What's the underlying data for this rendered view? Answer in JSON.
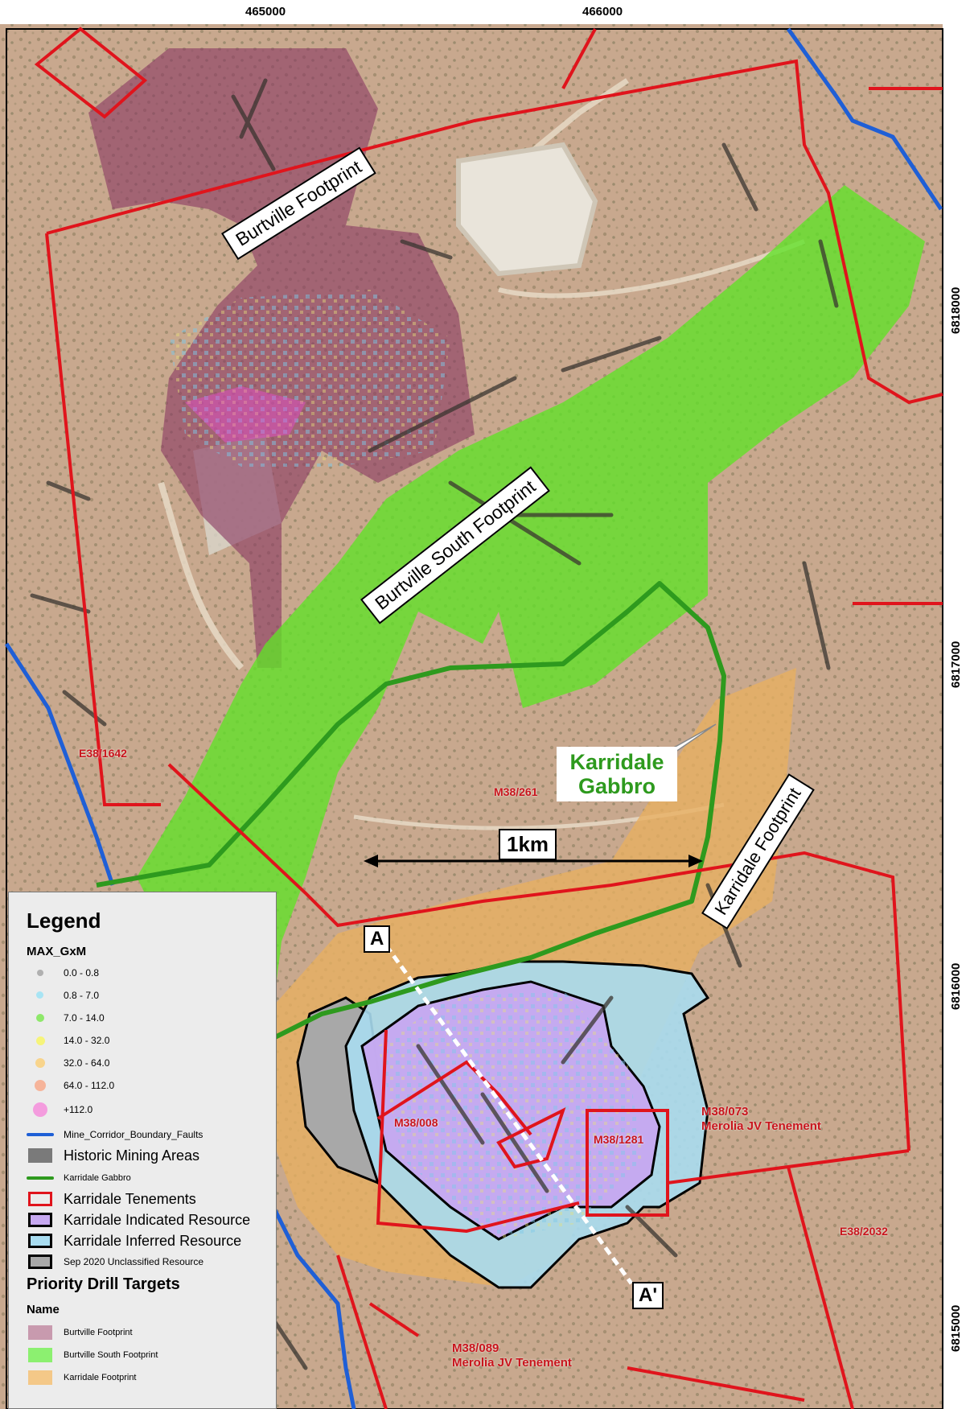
{
  "map": {
    "x_coords": [
      "465000",
      "466000"
    ],
    "y_coords": [
      "6818000",
      "6817000",
      "6816000",
      "6815000"
    ],
    "targets": {
      "burtville": "Burtville Footprint",
      "burtville_south": "Burtville South Footprint",
      "karridale": "Karridale Footprint"
    },
    "gabbro_label_line1": "Karridale",
    "gabbro_label_line2": "Gabbro",
    "scale_label": "1km",
    "section_start": "A",
    "section_end": "A'",
    "tenements": {
      "e38_1642": "E38/1642",
      "m38_261": "M38/261",
      "m38_073_line1": "M38/073",
      "m38_073_line2": "Merolia JV Tenement",
      "m38_008": "M38/008",
      "m38_1281": "M38/1281",
      "e38_2032": "E38/2032",
      "m38_089_line1": "M38/089",
      "m38_089_line2": "Merolia JV Tenement"
    },
    "colors": {
      "tenement": "#e0141c",
      "fault": "#1f5fd6",
      "gabbro": "#2e9a1e",
      "burtville_fill": "#8b3a62",
      "burtville_south_fill": "#66e62a",
      "karridale_fill": "#e8b060",
      "indicated_fill": "#c6a8f0",
      "inferred_fill": "#a8dcf0",
      "unclassified_fill": "#a8a8a8"
    }
  },
  "legend": {
    "title": "Legend",
    "gxm_header": "MAX_GxM",
    "gxm_classes": [
      {
        "label": "0.0 - 0.8",
        "color": "#b0b0b0"
      },
      {
        "label": "0.8 - 7.0",
        "color": "#a8e4f4"
      },
      {
        "label": "7.0 - 14.0",
        "color": "#8ee86a"
      },
      {
        "label": "14.0 - 32.0",
        "color": "#f6f47a"
      },
      {
        "label": "32.0 - 64.0",
        "color": "#f8d48c"
      },
      {
        "label": "64.0 - 112.0",
        "color": "#f6b49a"
      },
      {
        "label": "+112.0",
        "color": "#f49cde"
      }
    ],
    "faults": "Mine_Corridor_Boundary_Faults",
    "historic": "Historic Mining Areas",
    "gabbro": "Karridale Gabbro",
    "tenements": "Karridale Tenements",
    "indicated": "Karridale Indicated Resource",
    "inferred": "Karridale Inferred Resource",
    "unclassified": "Sep 2020 Unclassified Resource",
    "targets_header": "Priority Drill Targets",
    "name_header": "Name",
    "target_items": [
      "Burtville Footprint",
      "Burtville South Footprint",
      "Karridale Footprint"
    ]
  }
}
